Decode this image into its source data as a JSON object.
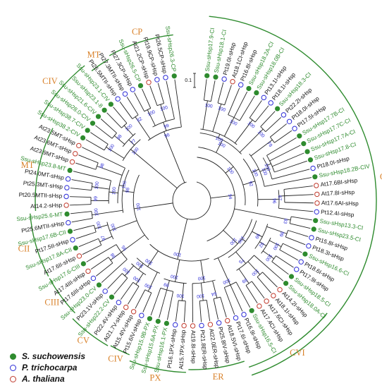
{
  "colors": {
    "ss": "#2e8b2e",
    "pt": "#2b2bd6",
    "at": "#c0392b",
    "branch": "#222222",
    "arc": "#2e8b2e",
    "group_label": "#d9822b",
    "bootstrap": "#2b2bd6"
  },
  "leaves": [
    {
      "label": "Ssu-sHsp17.9-CI",
      "sp": "ss"
    },
    {
      "label": "Ssu-sHsp18.1-CI",
      "sp": "ss"
    },
    {
      "label": "Pt19.0I-sHsp",
      "sp": "pt"
    },
    {
      "label": "At18.1CI-sHsp",
      "sp": "at"
    },
    {
      "label": "Pt16.8I-sHsp",
      "sp": "pt"
    },
    {
      "label": "Ssu-sHsp18.2A-CI",
      "sp": "ss"
    },
    {
      "label": "Ssu-sHsp18.0B-CI",
      "sp": "ss"
    },
    {
      "label": "Pt13.1I-sHsp",
      "sp": "pt"
    },
    {
      "label": "Pt18.1I-sHsp",
      "sp": "pt"
    },
    {
      "label": "Ssu-sHsp18.3-CI",
      "sp": "ss"
    },
    {
      "label": "Pt22.2I-sHsp",
      "sp": "pt"
    },
    {
      "label": "Pt18.0I-sHsp",
      "sp": "pt"
    },
    {
      "label": "Pt17.5I-sHsp",
      "sp": "pt"
    },
    {
      "label": "Ssu-sHsp17.7B-CI",
      "sp": "ss"
    },
    {
      "label": "Ssu-sHsp17.7C-CI",
      "sp": "ss"
    },
    {
      "label": "Ssu-sHsp17.7A-CI",
      "sp": "ss"
    },
    {
      "label": "Ssu-sHsp17.8-CI",
      "sp": "ss"
    },
    {
      "label": "Pt18.0I-sHsp",
      "sp": "pt"
    },
    {
      "label": "Ssu-sHsp18.2B-CIV",
      "sp": "ss"
    },
    {
      "label": "At17.6BI-sHsp",
      "sp": "at"
    },
    {
      "label": "At17.8I-sHsp",
      "sp": "at"
    },
    {
      "label": "At17.6AI-sHsp",
      "sp": "at"
    },
    {
      "label": "Pt12.4I-sHsp",
      "sp": "pt"
    },
    {
      "label": "Ssu-sHsp13.3-CI",
      "sp": "ss"
    },
    {
      "label": "Ssu-sHsp23.5-CI",
      "sp": "ss"
    },
    {
      "label": "Pt15.8I-sHsp",
      "sp": "pt"
    },
    {
      "label": "Pt18.3I-sHsp",
      "sp": "pt"
    },
    {
      "label": "Ssu-sHsp16.6-CI",
      "sp": "ss"
    },
    {
      "label": "Pt18.6I-sHsp",
      "sp": "pt"
    },
    {
      "label": "Pt17.9I-sHsp",
      "sp": "pt"
    },
    {
      "label": "Ssu-sHsp18.5-CI",
      "sp": "ss"
    },
    {
      "label": "Ssu-sHsp18.0A-CI",
      "sp": "ss"
    },
    {
      "label": "At14.2I-sHsp",
      "sp": "at"
    },
    {
      "label": "At18.1I-sHsp",
      "sp": "at"
    },
    {
      "label": "At17.6CI-sHsp",
      "sp": "at"
    },
    {
      "label": "At17.4CI-sHsp",
      "sp": "at"
    },
    {
      "label": "Ssu-sHsp16.5-CI",
      "sp": "ss"
    },
    {
      "label": "Pt16.9I-sHsp",
      "sp": "pt"
    },
    {
      "label": "Pt17.6I-sHsp",
      "sp": "pt"
    },
    {
      "label": "At18.5VI-sHsp",
      "sp": "at"
    },
    {
      "label": "Pt25.8IV-sHsp",
      "sp": "pt"
    },
    {
      "label": "At22.0ER-sHsp",
      "sp": "at"
    },
    {
      "label": "Pt21.8ER-sHsp",
      "sp": "pt"
    },
    {
      "label": "At19.8I-sHsp",
      "sp": "at"
    },
    {
      "label": "At15.7PX-sHsp",
      "sp": "at"
    },
    {
      "label": "Pt16.1PX-sHsp",
      "sp": "pt"
    },
    {
      "label": "Ssu-sHsp16.1-PX",
      "sp": "ss"
    },
    {
      "label": "Ssu-sHsp15.6A-PX",
      "sp": "ss"
    },
    {
      "label": "Ssu-sHsp15.9B-PX",
      "sp": "ss"
    },
    {
      "label": "Pt15.6IV-sHsp",
      "sp": "pt"
    },
    {
      "label": "At15.4IV-sHsp",
      "sp": "at"
    },
    {
      "label": "At21.7V-sHsp",
      "sp": "at"
    },
    {
      "label": "Pt22.4V-sHsp",
      "sp": "pt"
    },
    {
      "label": "Ssu-sHsp22.2-CV",
      "sp": "ss"
    },
    {
      "label": "Pt23.1V-sHsp",
      "sp": "pt"
    },
    {
      "label": "Ssu-sHsp23.0-CV",
      "sp": "ss"
    },
    {
      "label": "Pt17.6III-sHsp",
      "sp": "pt"
    },
    {
      "label": "At17.4III-sHsp",
      "sp": "at"
    },
    {
      "label": "Ssu-sHsp17.6-CIII",
      "sp": "ss"
    },
    {
      "label": "At17.6II-sHsp",
      "sp": "at"
    },
    {
      "label": "Ssu-sHsp17.8A-CII",
      "sp": "ss"
    },
    {
      "label": "Pt17.5II-sHsp",
      "sp": "pt"
    },
    {
      "label": "Ssu-sHsp17.6B-CII",
      "sp": "ss"
    },
    {
      "label": "Pt25.6MTII-sHsp",
      "sp": "pt"
    },
    {
      "label": "Ssu-sHsp25.6-MT",
      "sp": "ss"
    },
    {
      "label": "At14.2-sHsp",
      "sp": "at"
    },
    {
      "label": "Pt20.5MTII-sHsp",
      "sp": "pt"
    },
    {
      "label": "Pt25.3MT-sHsp",
      "sp": "pt"
    },
    {
      "label": "Pt24.0MT-sHsp",
      "sp": "pt"
    },
    {
      "label": "Ssu-sHsp23.8-MT",
      "sp": "ss"
    },
    {
      "label": "At23.9MT-sHsp",
      "sp": "at"
    },
    {
      "label": "At23.6MT-sHsp",
      "sp": "at"
    },
    {
      "label": "At23.5MT-sHsp",
      "sp": "at"
    },
    {
      "label": "Ssu-sHsp38.2-CIV",
      "sp": "ss"
    },
    {
      "label": "Ssu-sHsp38.7-CIV",
      "sp": "ss"
    },
    {
      "label": "Ssu-sHsp28.0-CIV",
      "sp": "ss"
    },
    {
      "label": "Ssu-sHsp21.6-CIV",
      "sp": "ss"
    },
    {
      "label": "Ssu-sHsp23.1-8",
      "sp": "ss"
    },
    {
      "label": "Ssu-sHsp23.1-CIV",
      "sp": "ss"
    },
    {
      "label": "Pt26.5MTII-sHsp",
      "sp": "pt"
    },
    {
      "label": "Pt27.3MTII-sHsp",
      "sp": "pt"
    },
    {
      "label": "Pt27.3CP-sHsp",
      "sp": "pt"
    },
    {
      "label": "Ssu-sHsp26.5-CP",
      "sp": "ss"
    },
    {
      "label": "At21.2CP-sHsp",
      "sp": "at"
    },
    {
      "label": "Pt19.9CP-sHsp",
      "sp": "pt"
    },
    {
      "label": "Pt26.5CP-sHsp",
      "sp": "pt"
    },
    {
      "label": "Ssu-sHsp26.3-CP",
      "sp": "ss"
    }
  ],
  "bootstrap_values": [
    "100",
    "100",
    "100",
    "100",
    "100",
    "100",
    "100",
    "78",
    "100",
    "100",
    "100",
    "67",
    "96",
    "92",
    "100",
    "83",
    "99",
    "100",
    "100",
    "92",
    "99",
    "100",
    "99",
    "75",
    "100",
    "100",
    "100",
    "94",
    "64",
    "100",
    "100",
    "100",
    "99",
    "100",
    "100",
    "100",
    "100",
    "100",
    "100",
    "100",
    "98",
    "95",
    "97",
    "100",
    "100",
    "100",
    "99",
    "100",
    "100",
    "98",
    "100",
    "98",
    "100",
    "100",
    "98",
    "100",
    "77",
    "100",
    "82",
    "100",
    "100",
    "99",
    "98",
    "74",
    "80",
    "100",
    "100",
    "100",
    "100"
  ],
  "groups": [
    {
      "label": "CI"
    },
    {
      "label": "CP"
    },
    {
      "label": "MT"
    },
    {
      "label": "CIV"
    },
    {
      "label": "MT"
    },
    {
      "label": "CII"
    },
    {
      "label": "CIII"
    },
    {
      "label": "CV"
    },
    {
      "label": "CIV"
    },
    {
      "label": "PX"
    },
    {
      "label": "ER"
    },
    {
      "label": "CVI"
    }
  ],
  "scale_bar": {
    "label": "0.1"
  },
  "legend": [
    {
      "label": "S. suchowensis",
      "sp": "ss"
    },
    {
      "label": "P. trichocarpa",
      "sp": "pt"
    },
    {
      "label": "A. thaliana",
      "sp": "at"
    }
  ]
}
